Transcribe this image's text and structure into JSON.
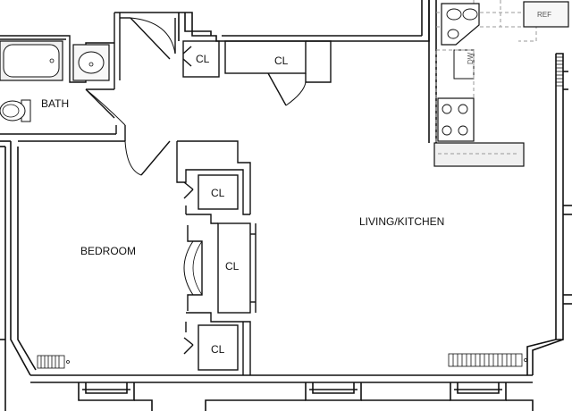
{
  "rooms": {
    "bath": "BATH",
    "bedroom": "BEDROOM",
    "living_kitchen": "LIVING/KITCHEN"
  },
  "closets": {
    "top_left": "CL",
    "top_right": "CL",
    "middle_upper": "CL",
    "middle_lower": "CL",
    "bottom": "CL"
  },
  "fixtures": {
    "refrigerator": "REF",
    "dishwasher": "DW"
  },
  "colors": {
    "wall": "#111111",
    "fixture_fill": "#f0f0f0",
    "dash": "#9a9a9a"
  }
}
